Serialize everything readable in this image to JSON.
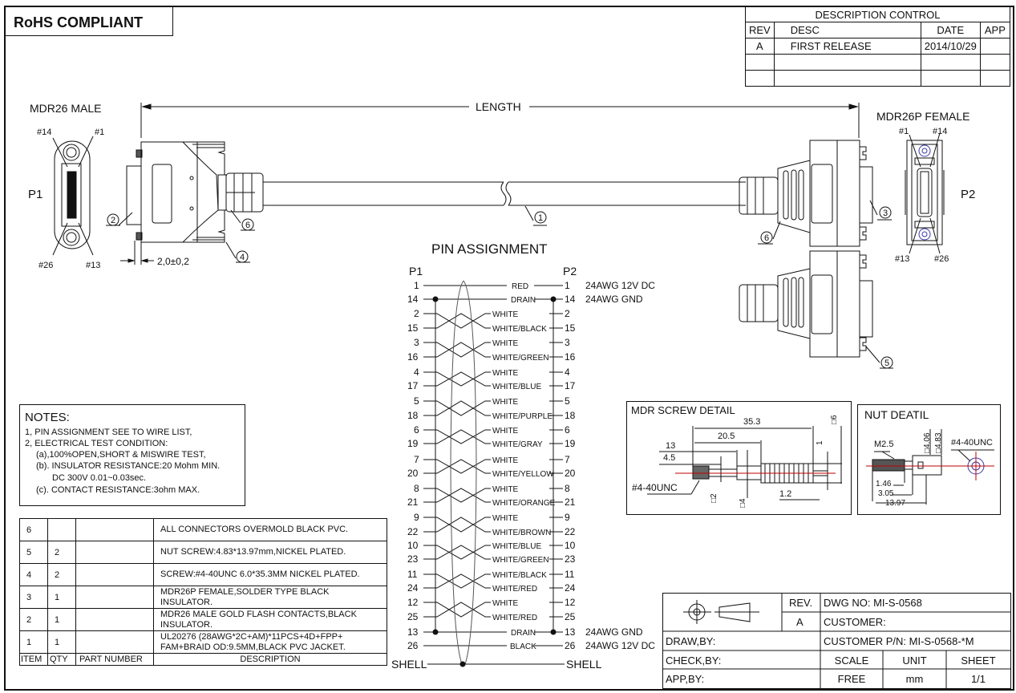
{
  "rohs_label": "RoHS COMPLIANT",
  "revision_block": {
    "title": "DESCRIPTION  CONTROL",
    "headers": [
      "REV",
      "DESC",
      "DATE",
      "APP"
    ],
    "rows": [
      [
        "A",
        "FIRST RELEASE",
        "2014/10/29",
        ""
      ],
      [
        "",
        "",
        "",
        ""
      ],
      [
        "",
        "",
        "",
        ""
      ]
    ]
  },
  "drawing": {
    "left_connector_title": "MDR26 MALE",
    "left_connector_label": "P1",
    "left_pins": [
      "#14",
      "#1",
      "#26",
      "#13"
    ],
    "right_connector_title": "MDR26P FEMALE",
    "right_connector_label": "P2",
    "right_pins": [
      "#1",
      "#14",
      "#13",
      "#26"
    ],
    "length_label": "LENGTH",
    "dimension": "2,0±0,2",
    "callouts": [
      "1",
      "2",
      "3",
      "4",
      "5",
      "6"
    ]
  },
  "pin_assignment": {
    "title": "PIN   ASSIGNMENT",
    "left_header": "P1",
    "right_header": "P2",
    "rows": [
      {
        "p1": "1",
        "wire": "RED",
        "p2": "1",
        "note": "24AWG 12V DC",
        "pair": false
      },
      {
        "p1": "14",
        "wire": "DRAIN",
        "p2": "14",
        "note": "24AWG GND",
        "pair": false,
        "drain": true
      },
      {
        "p1": "2",
        "wire": "WHITE",
        "p2": "2",
        "note": "",
        "pair": true
      },
      {
        "p1": "15",
        "wire": "WHITE/BLACK",
        "p2": "15",
        "note": "",
        "pair": true
      },
      {
        "p1": "3",
        "wire": "WHITE",
        "p2": "3",
        "note": "",
        "pair": true
      },
      {
        "p1": "16",
        "wire": "WHITE/GREEN",
        "p2": "16",
        "note": "",
        "pair": true
      },
      {
        "p1": "4",
        "wire": "WHITE",
        "p2": "4",
        "note": "",
        "pair": true
      },
      {
        "p1": "17",
        "wire": "WHITE/BLUE",
        "p2": "17",
        "note": "",
        "pair": true
      },
      {
        "p1": "5",
        "wire": "WHITE",
        "p2": "5",
        "note": "",
        "pair": true
      },
      {
        "p1": "18",
        "wire": "WHITE/PURPLE",
        "p2": "18",
        "note": "",
        "pair": true
      },
      {
        "p1": "6",
        "wire": "WHITE",
        "p2": "6",
        "note": "",
        "pair": true
      },
      {
        "p1": "19",
        "wire": "WHITE/GRAY",
        "p2": "19",
        "note": "",
        "pair": true
      },
      {
        "p1": "7",
        "wire": "WHITE",
        "p2": "7",
        "note": "",
        "pair": true
      },
      {
        "p1": "20",
        "wire": "WHITE/YELLOW",
        "p2": "20",
        "note": "",
        "pair": true
      },
      {
        "p1": "8",
        "wire": "WHITE",
        "p2": "8",
        "note": "",
        "pair": true
      },
      {
        "p1": "21",
        "wire": "WHITE/ORANGE",
        "p2": "21",
        "note": "",
        "pair": true
      },
      {
        "p1": "9",
        "wire": "WHITE",
        "p2": "9",
        "note": "",
        "pair": true
      },
      {
        "p1": "22",
        "wire": "WHITE/BROWN",
        "p2": "22",
        "note": "",
        "pair": true
      },
      {
        "p1": "10",
        "wire": "WHITE/BLUE",
        "p2": "10",
        "note": "",
        "pair": true
      },
      {
        "p1": "23",
        "wire": "WHITE/GREEN",
        "p2": "23",
        "note": "",
        "pair": true
      },
      {
        "p1": "11",
        "wire": "WHITE/BLACK",
        "p2": "11",
        "note": "",
        "pair": true
      },
      {
        "p1": "24",
        "wire": "WHITE/RED",
        "p2": "24",
        "note": "",
        "pair": true
      },
      {
        "p1": "12",
        "wire": "WHITE",
        "p2": "12",
        "note": "",
        "pair": true
      },
      {
        "p1": "25",
        "wire": "WHITE/RED",
        "p2": "25",
        "note": "",
        "pair": true
      },
      {
        "p1": "13",
        "wire": "DRAIN",
        "p2": "13",
        "note": "24AWG GND",
        "pair": false,
        "drain": true
      },
      {
        "p1": "26",
        "wire": "BLACK",
        "p2": "26",
        "note": "24AWG 12V DC",
        "pair": false
      }
    ],
    "shell_left": "SHELL",
    "shell_right": "SHELL"
  },
  "notes": {
    "title": "NOTES:",
    "lines": [
      "1, PIN ASSIGNMENT SEE TO WIRE LIST,",
      "2, ELECTRICAL TEST CONDITION:",
      "(a),100%OPEN,SHORT & MISWIRE TEST,",
      "(b). INSULATOR RESISTANCE:20 Mohm MIN.",
      "DC 300V 0.01~0.03sec.",
      "(c). CONTACT RESISTANCE:3ohm MAX."
    ]
  },
  "bom": {
    "headers": [
      "ITEM",
      "QTY",
      "PART NUMBER",
      "DESCRIPTION"
    ],
    "rows": [
      {
        "item": "6",
        "qty": "",
        "part": "",
        "desc": "ALL CONNECTORS OVERMOLD BLACK PVC."
      },
      {
        "item": "5",
        "qty": "2",
        "part": "",
        "desc": "NUT SCREW:4.83*13.97mm,NICKEL PLATED."
      },
      {
        "item": "4",
        "qty": "2",
        "part": "",
        "desc": "SCREW:#4-40UNC 6.0*35.3MM NICKEL PLATED."
      },
      {
        "item": "3",
        "qty": "1",
        "part": "",
        "desc": "MDR26P FEMALE,SOLDER TYPE BLACK INSULATOR."
      },
      {
        "item": "2",
        "qty": "1",
        "part": "",
        "desc": "MDR26 MALE GOLD FLASH CONTACTS,BLACK INSULATOR."
      },
      {
        "item": "1",
        "qty": "1",
        "part": "",
        "desc": "UL20276 (28AWG*2C+AM)*11PCS+4D+FPP+ FAM+BRAID OD:9.5MM,BLACK PVC JACKET."
      }
    ]
  },
  "screw_detail": {
    "title": "MDR SCREW DETAIL",
    "dims": {
      "total": "35.3",
      "d1": "20.5",
      "d2": "13",
      "d3": "4.5",
      "dia_head": "□6",
      "d_1": "1",
      "d_12": "1.2",
      "dia2": "□2",
      "dia4": "□4"
    },
    "thread": "#4-40UNC"
  },
  "nut_detail": {
    "title": "NUT DEATIL",
    "thread_m": "M2.5",
    "thread_unc": "#4-40UNC",
    "dims": {
      "d146": "1.46",
      "d305": "3.05",
      "d1397": "13.97",
      "dia406": "□4.06",
      "dia483": "□4.83"
    }
  },
  "title_block": {
    "rev_label": "REV.",
    "rev_value": "A",
    "dwg_no": "DWG NO:  MI-S-0568",
    "customer": "CUSTOMER:",
    "draw_by": "DRAW,BY:",
    "check_by": "CHECK,BY:",
    "app_by": "APP,BY:",
    "customer_pn": "CUSTOMER P/N:  MI-S-0568-*M",
    "scale_label": "SCALE",
    "unit_label": "UNIT",
    "sheet_label": "SHEET",
    "scale_value": "FREE",
    "unit_value": "mm",
    "sheet_value": "1/1"
  },
  "colors": {
    "line": "#111111",
    "centerline": "#c00000",
    "nut_ring": "#3a3aa8"
  }
}
